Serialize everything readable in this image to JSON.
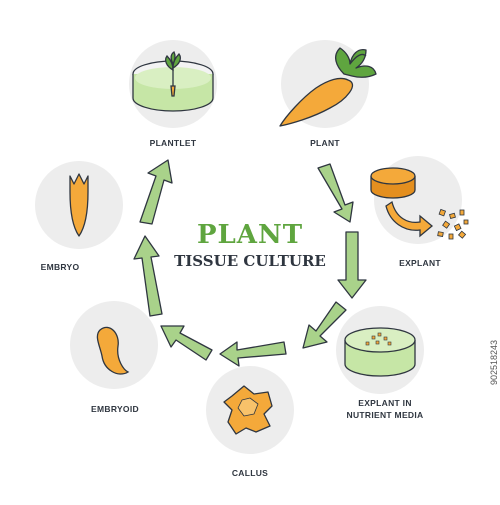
{
  "title": "PLANT",
  "subtitle": "TISSUE CULTURE",
  "stages": [
    {
      "id": "plantlet",
      "label": "PLANTLET"
    },
    {
      "id": "plant",
      "label": "PLANT"
    },
    {
      "id": "explant",
      "label": "EXPLANT"
    },
    {
      "id": "explant-media",
      "label_line1": "EXPLANT IN",
      "label_line2": "NUTRIENT MEDIA"
    },
    {
      "id": "callus",
      "label": "CALLUS"
    },
    {
      "id": "embryoid",
      "label": "EMBRYOID"
    },
    {
      "id": "embryo",
      "label": "EMBRYO"
    }
  ],
  "stock_id": "902518243",
  "colors": {
    "title_green": "#5fa53f",
    "arrow_fill": "#a9d28a",
    "circle_bg": "#ededed",
    "orange": "#f4a93a",
    "media_green": "#c6e6a6"
  },
  "icons": [
    "petri-dish-icon",
    "carrot-icon",
    "explant-slice-icon",
    "callus-icon",
    "embryoid-icon",
    "embryo-icon"
  ]
}
